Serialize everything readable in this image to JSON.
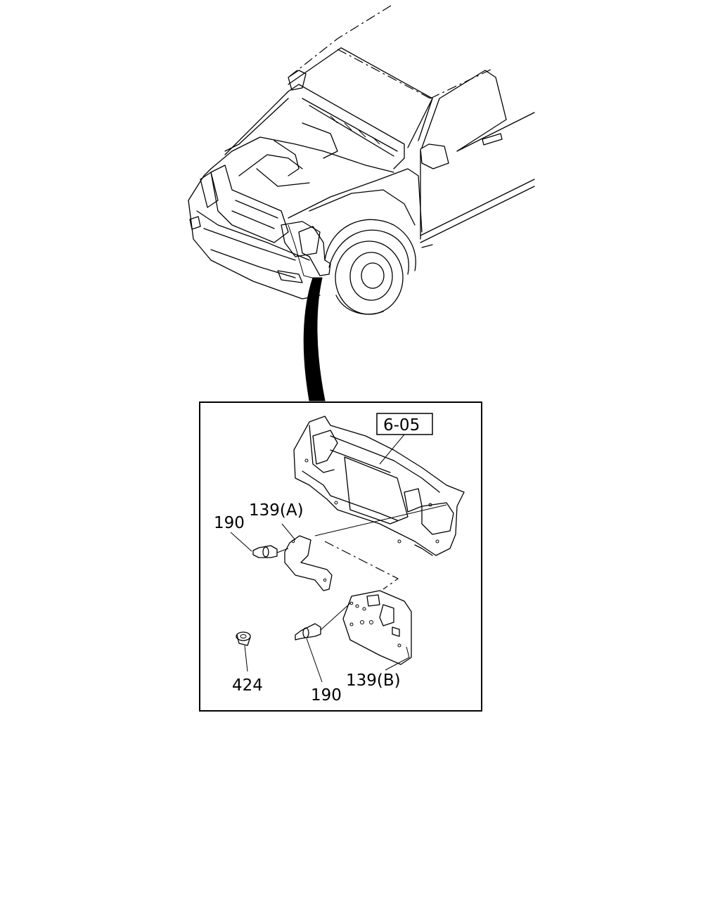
{
  "callouts": {
    "ref": "6-05",
    "part_190_a": "190",
    "part_139_a": "139(A)",
    "part_190_b": "190",
    "part_424": "424",
    "part_139_b": "139(B)"
  }
}
